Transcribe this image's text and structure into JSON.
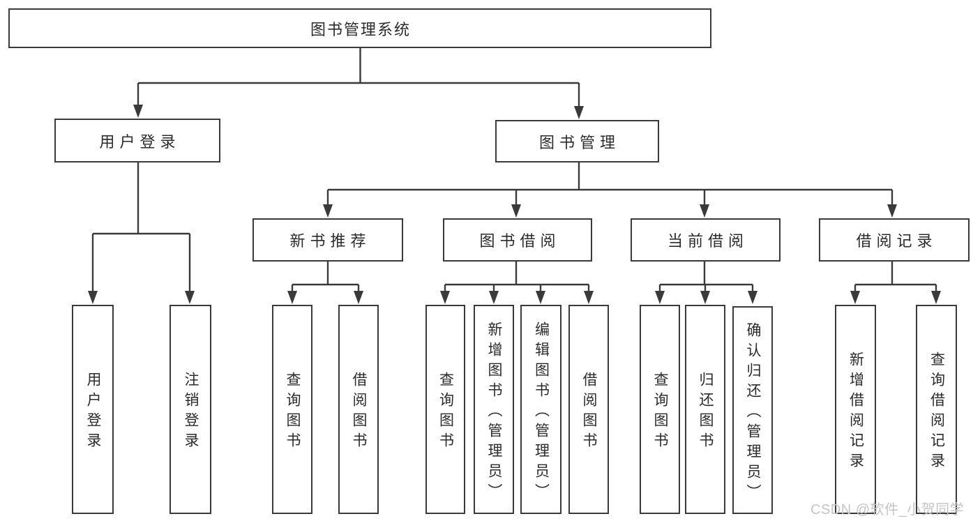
{
  "diagram_title": "图书管理系统",
  "tree": {
    "label": "图书管理系统",
    "children": [
      {
        "label": "用户登录",
        "children": [
          {
            "label": "用户登录"
          },
          {
            "label": "注销登录"
          }
        ]
      },
      {
        "label": "图书管理",
        "children": [
          {
            "label": "新书推荐",
            "children": [
              {
                "label": "查询图书"
              },
              {
                "label": "借阅图书"
              }
            ]
          },
          {
            "label": "图书借阅",
            "children": [
              {
                "label": "查询图书"
              },
              {
                "label": "新增图书（管理员）"
              },
              {
                "label": "编辑图书（管理员）"
              },
              {
                "label": "借阅图书"
              }
            ]
          },
          {
            "label": "当前借阅",
            "children": [
              {
                "label": "查询图书"
              },
              {
                "label": "归还图书"
              },
              {
                "label": "确认归还（管理员）"
              }
            ]
          },
          {
            "label": "借阅记录",
            "children": [
              {
                "label": "新增借阅记录"
              },
              {
                "label": "查询借阅记录"
              }
            ]
          }
        ]
      }
    ]
  },
  "watermark": {
    "text": "CSDN @软件_小贺同学"
  },
  "colors": {
    "line": "#3a3a3a",
    "text": "#2b2b2b",
    "background": "#ffffff",
    "watermark": "#c5c5c5"
  }
}
